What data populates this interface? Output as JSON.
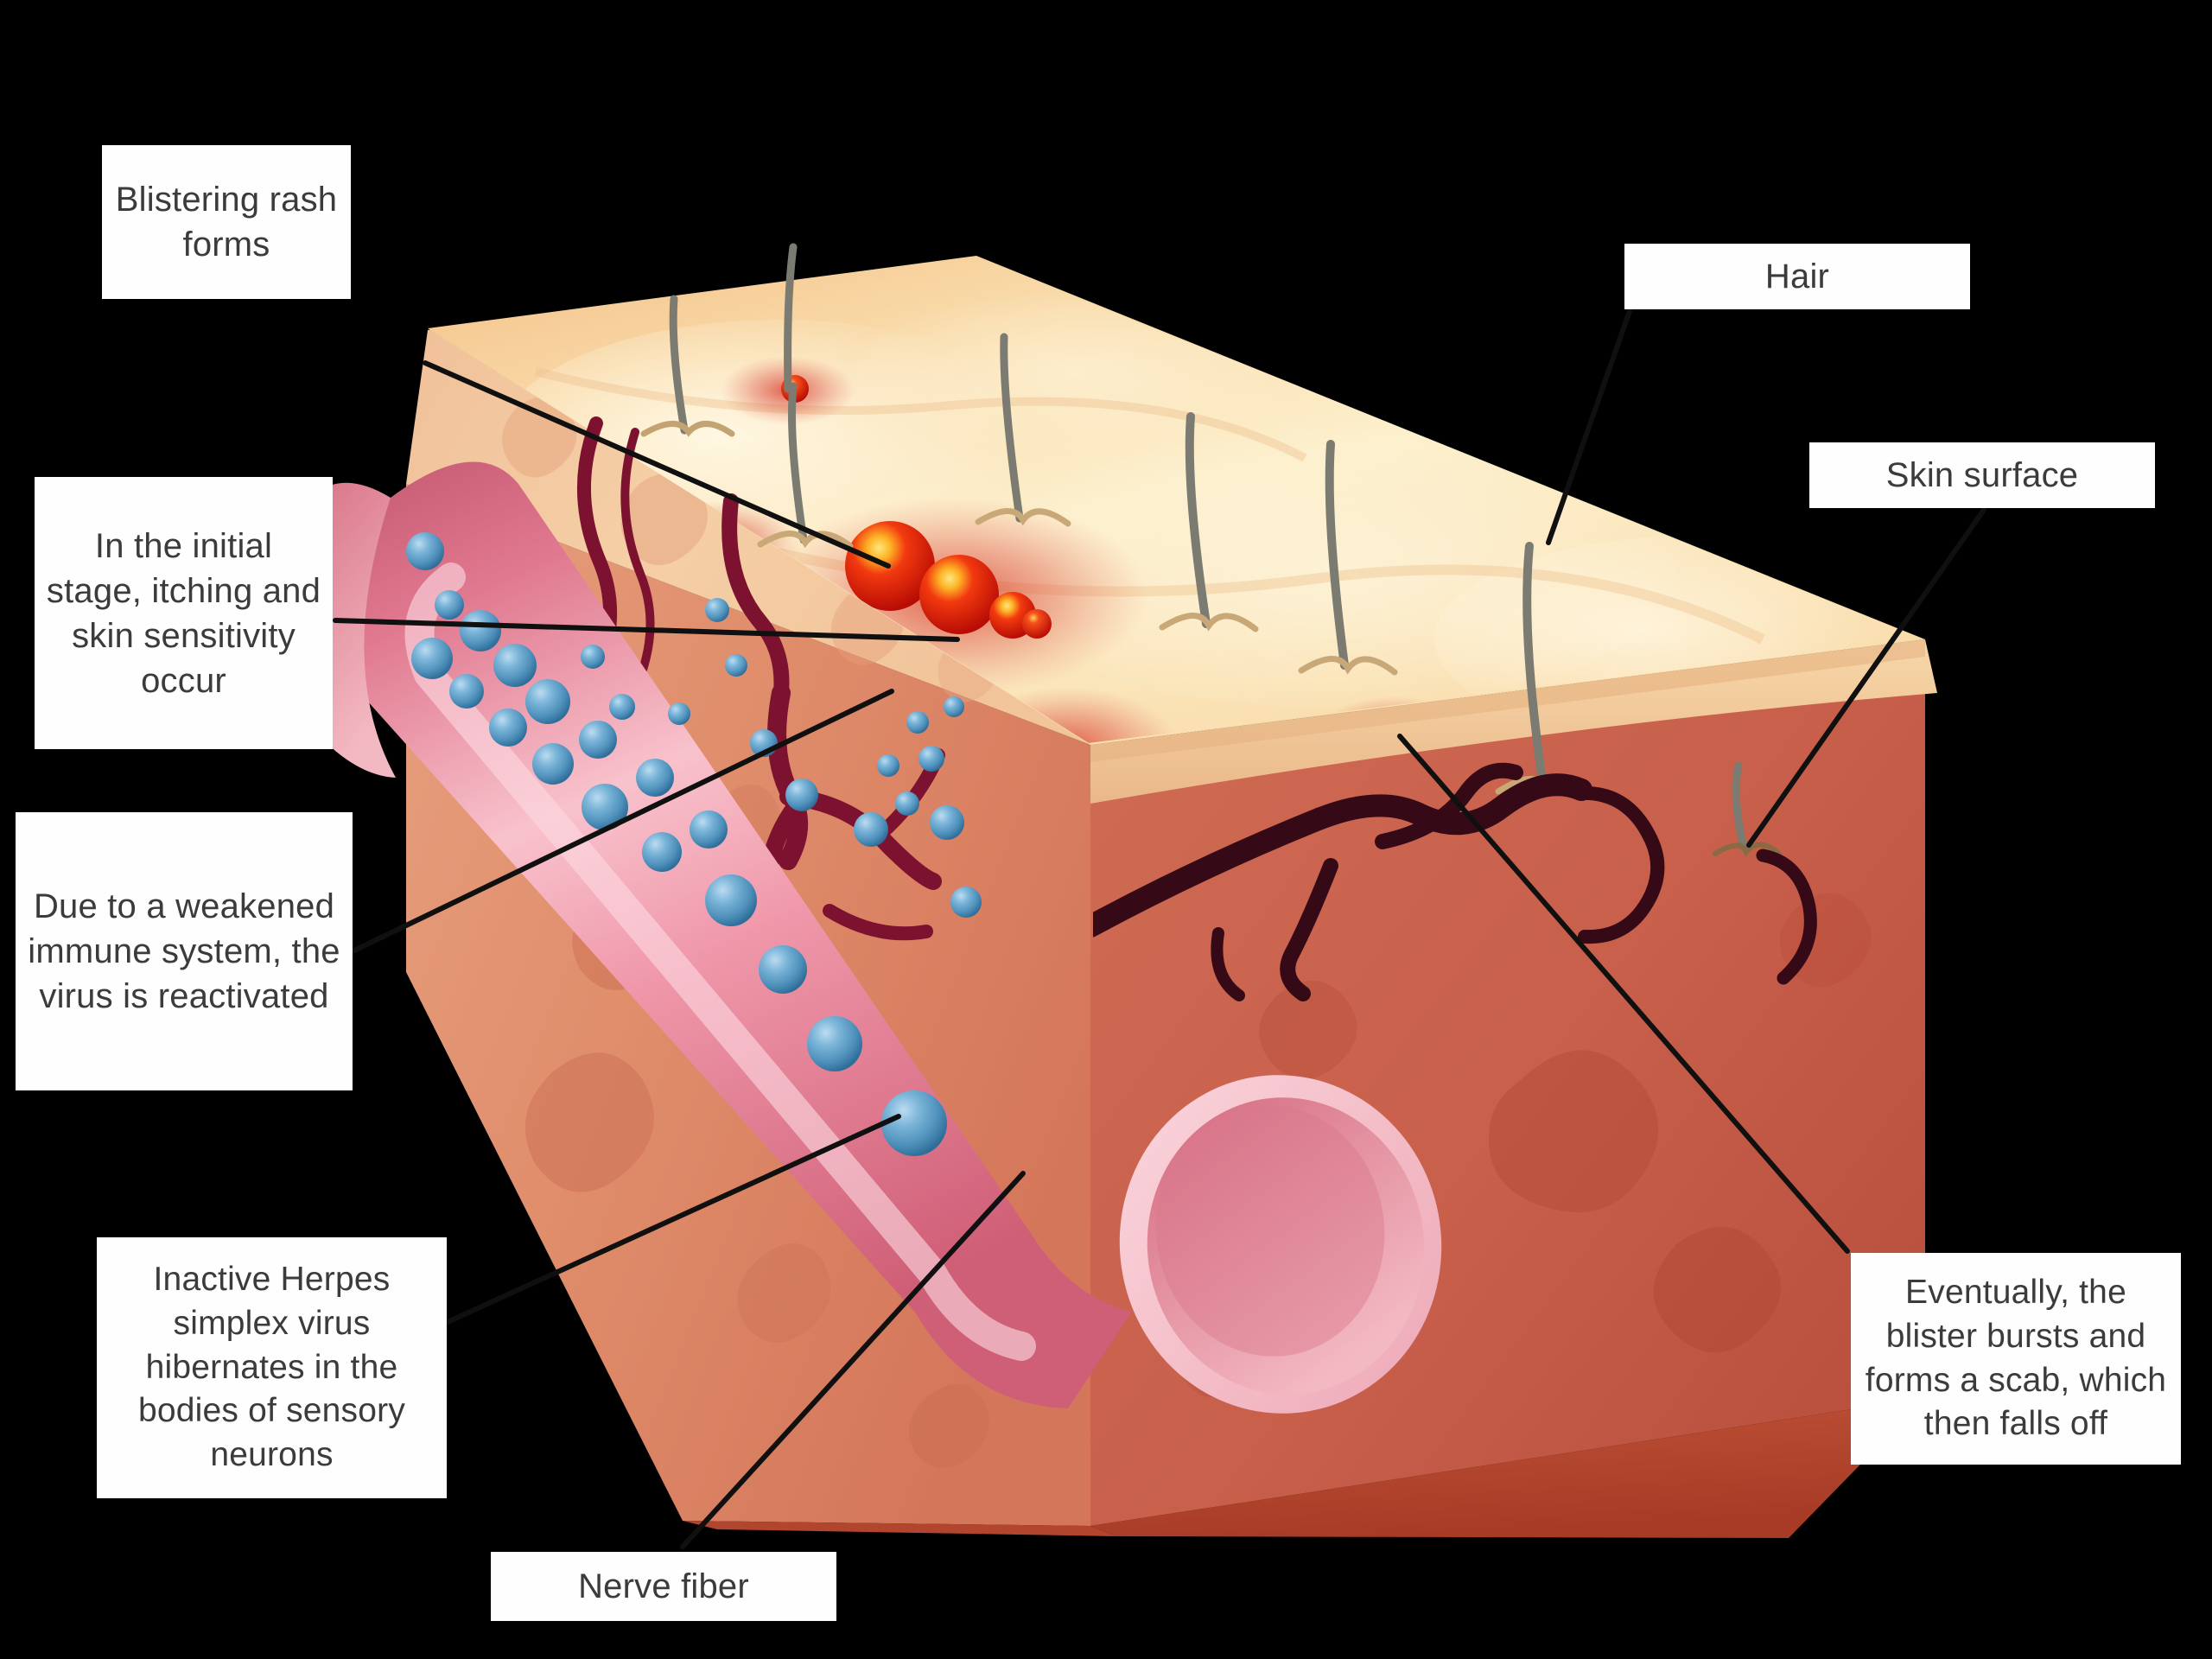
{
  "diagram": {
    "title": "Herpes simplex virus skin cross-section",
    "background_color": "#000000",
    "label_box_color": "#fefefe",
    "label_text_color": "#3b3b3b",
    "leader_line_color": "#101010"
  },
  "labels": {
    "blistering_rash": "Blistering rash forms",
    "initial_stage": "In the initial stage, itching and skin sensitivity occur",
    "weakened_immune": "Due to a weakened immune system, the virus is reactivated",
    "inactive_herpes": "Inactive Herpes simplex virus hibernates in the bodies of sensory neurons",
    "nerve_fiber": "Nerve fiber",
    "hair": "Hair",
    "skin_surface": "Skin surface",
    "eventually_blister": "Eventually, the blister bursts and forms a scab, which then falls off"
  },
  "anatomy": {
    "epidermis_color": "#f6d7a8",
    "epidermis_highlight": "#fdf0cf",
    "epidermis_edge_color": "#f0b781",
    "dermis_right_color": "#c8604c",
    "dermis_left_color": "#e08a6a",
    "dermis_front_color": "#b8442f",
    "nerve_fiber_color": "#e47e97",
    "nerve_core_color": "#f6b7c2",
    "virus_particle_color": "#5ba3cf",
    "blood_vessel_color": "#7c1230",
    "blister_color": "#f01808",
    "blister_core_color": "#f8d54a",
    "hair_color": "#7b7b72",
    "rash_halo_color": "#cf2a22"
  },
  "counts": {
    "hairs": 7,
    "virus_particles": 33,
    "blister_clusters": 5
  }
}
